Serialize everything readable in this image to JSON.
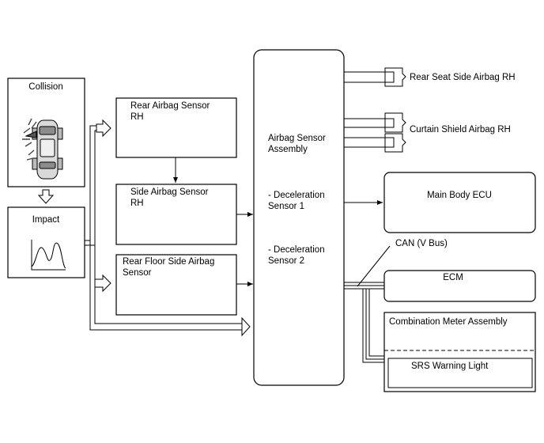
{
  "collision": {
    "label": "Collision"
  },
  "impact": {
    "label": "Impact"
  },
  "sensors": {
    "rear_airbag": {
      "line1": "Rear Airbag Sensor",
      "line2": "RH"
    },
    "side_airbag": {
      "line1": "Side Airbag Sensor",
      "line2": "RH"
    },
    "rear_floor": {
      "line1": "Rear Floor Side Airbag",
      "line2": "Sensor"
    }
  },
  "assembly": {
    "line1": "Airbag Sensor",
    "line2": "Assembly",
    "decel1_line1": "- Deceleration",
    "decel1_line2": "Sensor 1",
    "decel2_line1": "- Deceleration",
    "decel2_line2": "Sensor 2"
  },
  "outputs": {
    "rear_seat_side": "Rear Seat Side Airbag RH",
    "curtain_shield": "Curtain Shield Airbag RH",
    "main_body_ecu": "Main Body ECU",
    "can_bus": "CAN (V Bus)",
    "ecm": "ECM",
    "combination_meter": "Combination Meter Assembly",
    "srs_warning": "SRS Warning Light"
  }
}
